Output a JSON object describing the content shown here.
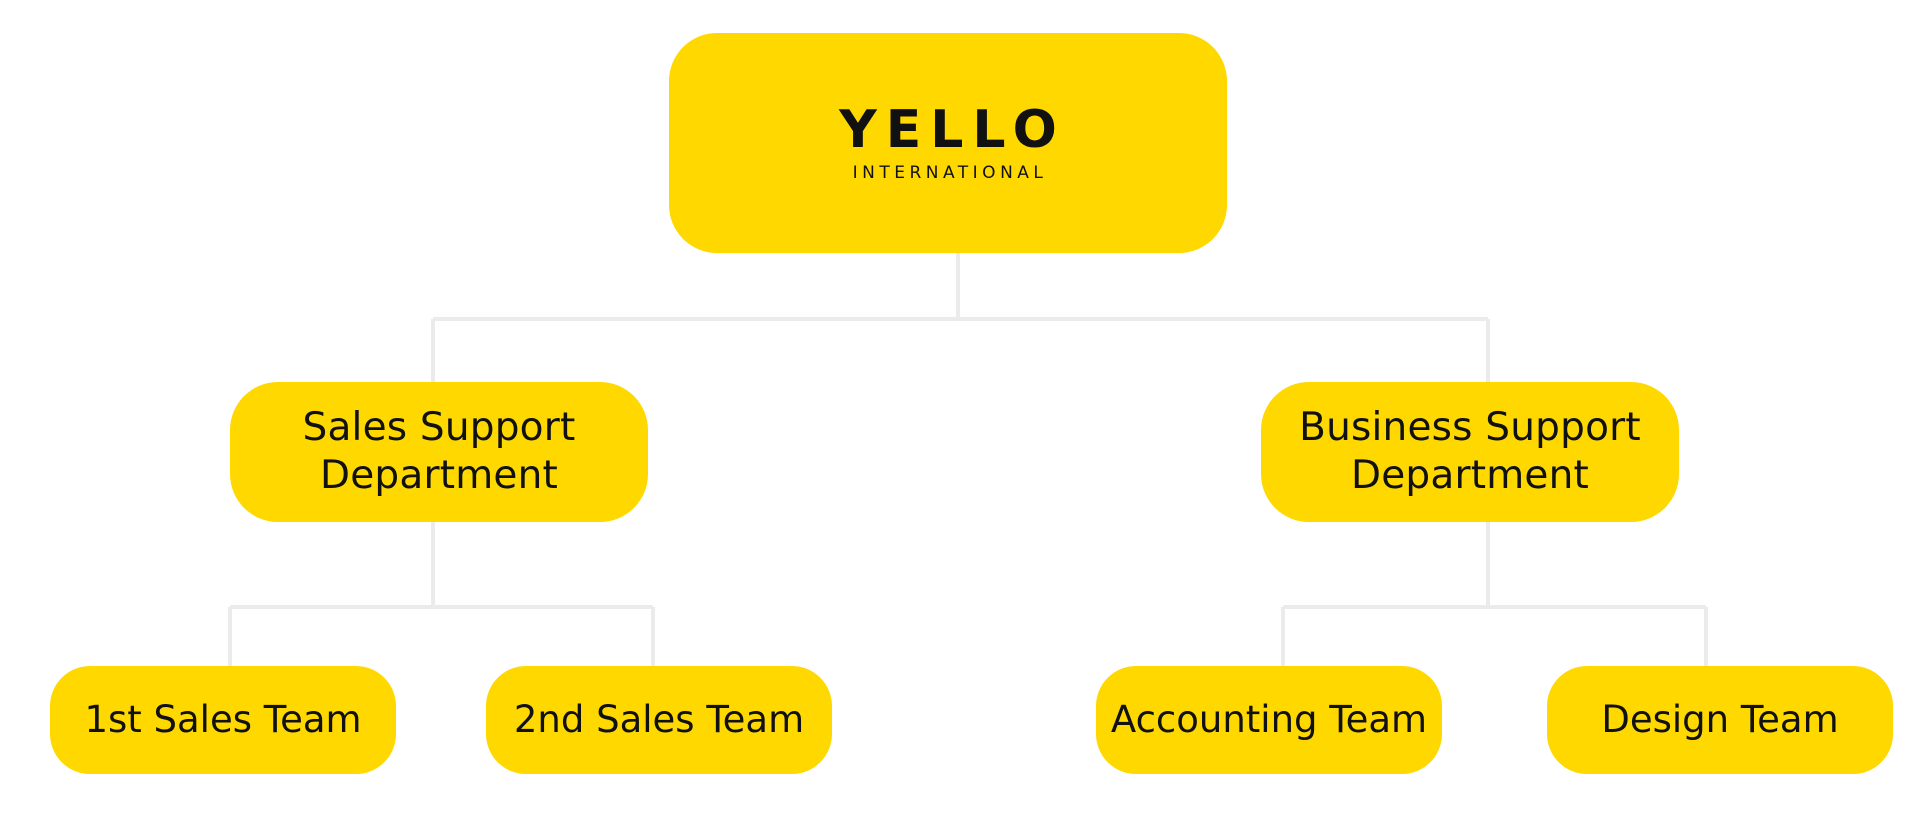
{
  "colors": {
    "node_fill": "#FFD800",
    "connector": "#EBEBEB",
    "text": "#111111"
  },
  "root": {
    "logo_word": "YELLO",
    "logo_sub": "INTERNATIONAL"
  },
  "departments": [
    {
      "line1": "Sales Support",
      "line2": "Department",
      "teams": [
        "1st Sales Team",
        "2nd Sales Team"
      ]
    },
    {
      "line1": "Business Support",
      "line2": "Department",
      "teams": [
        "Accounting Team",
        "Design Team"
      ]
    }
  ]
}
